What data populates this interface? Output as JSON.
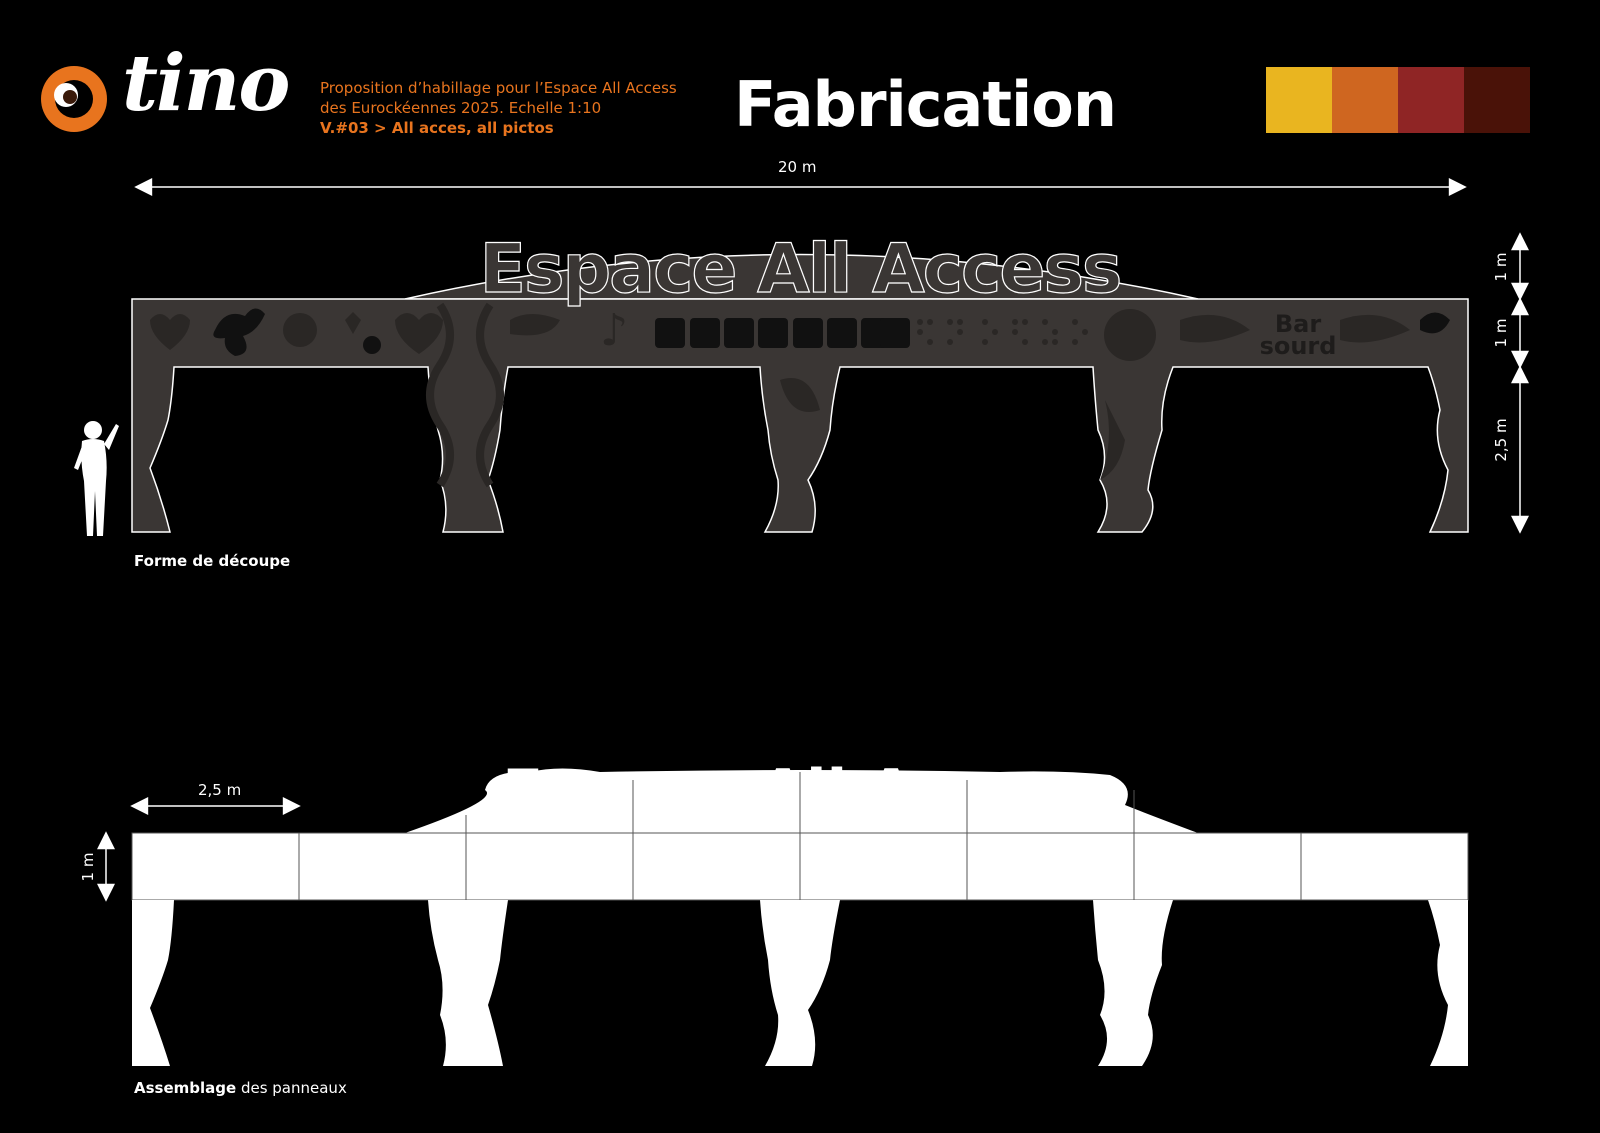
{
  "header": {
    "logo_text": "tino",
    "intro_line1": "Proposition d’habillage pour l’Espace All Access",
    "intro_line2": "des Eurockéennes 2025. Echelle 1:10",
    "intro_version": "V.#03 > All acces, all pictos",
    "title": "Fabrication",
    "palette": [
      "#e9b520",
      "#cf6620",
      "#8f2525",
      "#4a1208"
    ]
  },
  "top_view": {
    "width_label": "20 m",
    "heights": [
      "1 m",
      "1 m",
      "2,5 m"
    ],
    "sign_text": "Espace All Access",
    "bar_label_1": "Bar",
    "bar_label_2": "sourd",
    "caption": "Forme de découpe"
  },
  "bottom_view": {
    "panel_width_label": "2,5 m",
    "panel_height_label": "1 m",
    "caption_bold": "Assemblage",
    "caption_rest": " des panneaux"
  },
  "colors": {
    "accent": "#e8741e",
    "structure_fill": "#3a3634",
    "structure_dark": "#2a2725",
    "panel_fill": "#ffffff"
  }
}
